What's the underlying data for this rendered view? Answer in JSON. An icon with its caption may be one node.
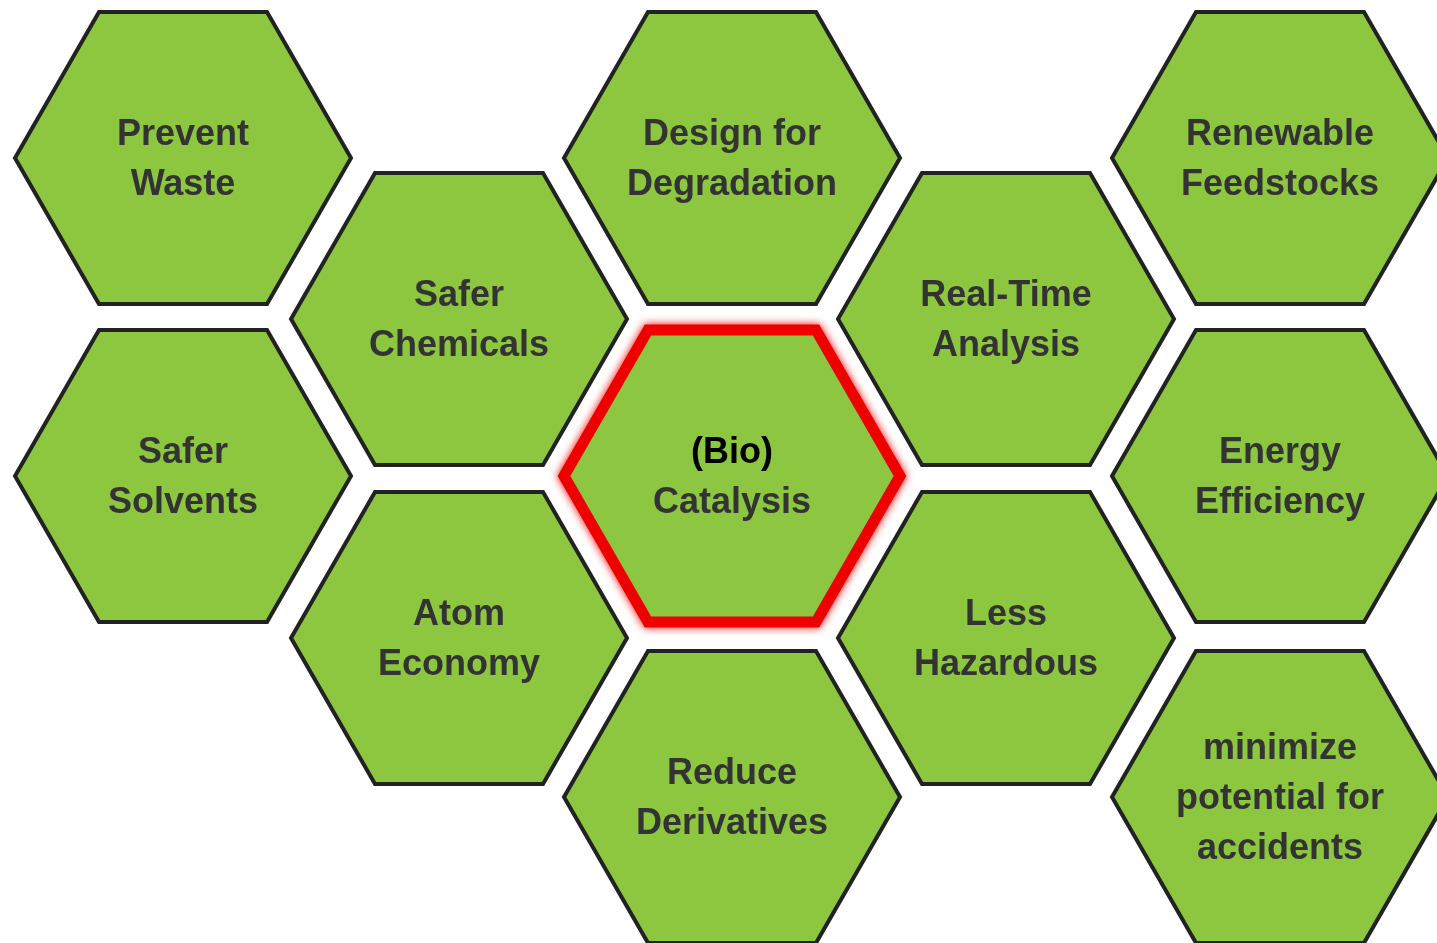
{
  "diagram": {
    "nodes": [
      {
        "text": [
          "Prevent Waste"
        ]
      },
      {
        "text": [
          "Design for Degradation"
        ]
      },
      {
        "text": [
          "Renewable Feedstocks"
        ]
      },
      {
        "text": [
          "Safer Chemicals"
        ]
      },
      {
        "text": [
          "Real-Time Analysis"
        ]
      },
      {
        "text": [
          "Safer Solvents"
        ]
      },
      {
        "text": [
          "(Bio)",
          "Catalysis"
        ]
      },
      {
        "text": [
          "Energy Efficiency"
        ]
      },
      {
        "text": [
          "Atom Economy"
        ]
      },
      {
        "text": [
          "Less Hazardous"
        ]
      },
      {
        "text": [
          "Reduce Derivatives"
        ]
      },
      {
        "text": [
          "minimize potential for accidents"
        ]
      }
    ]
  }
}
